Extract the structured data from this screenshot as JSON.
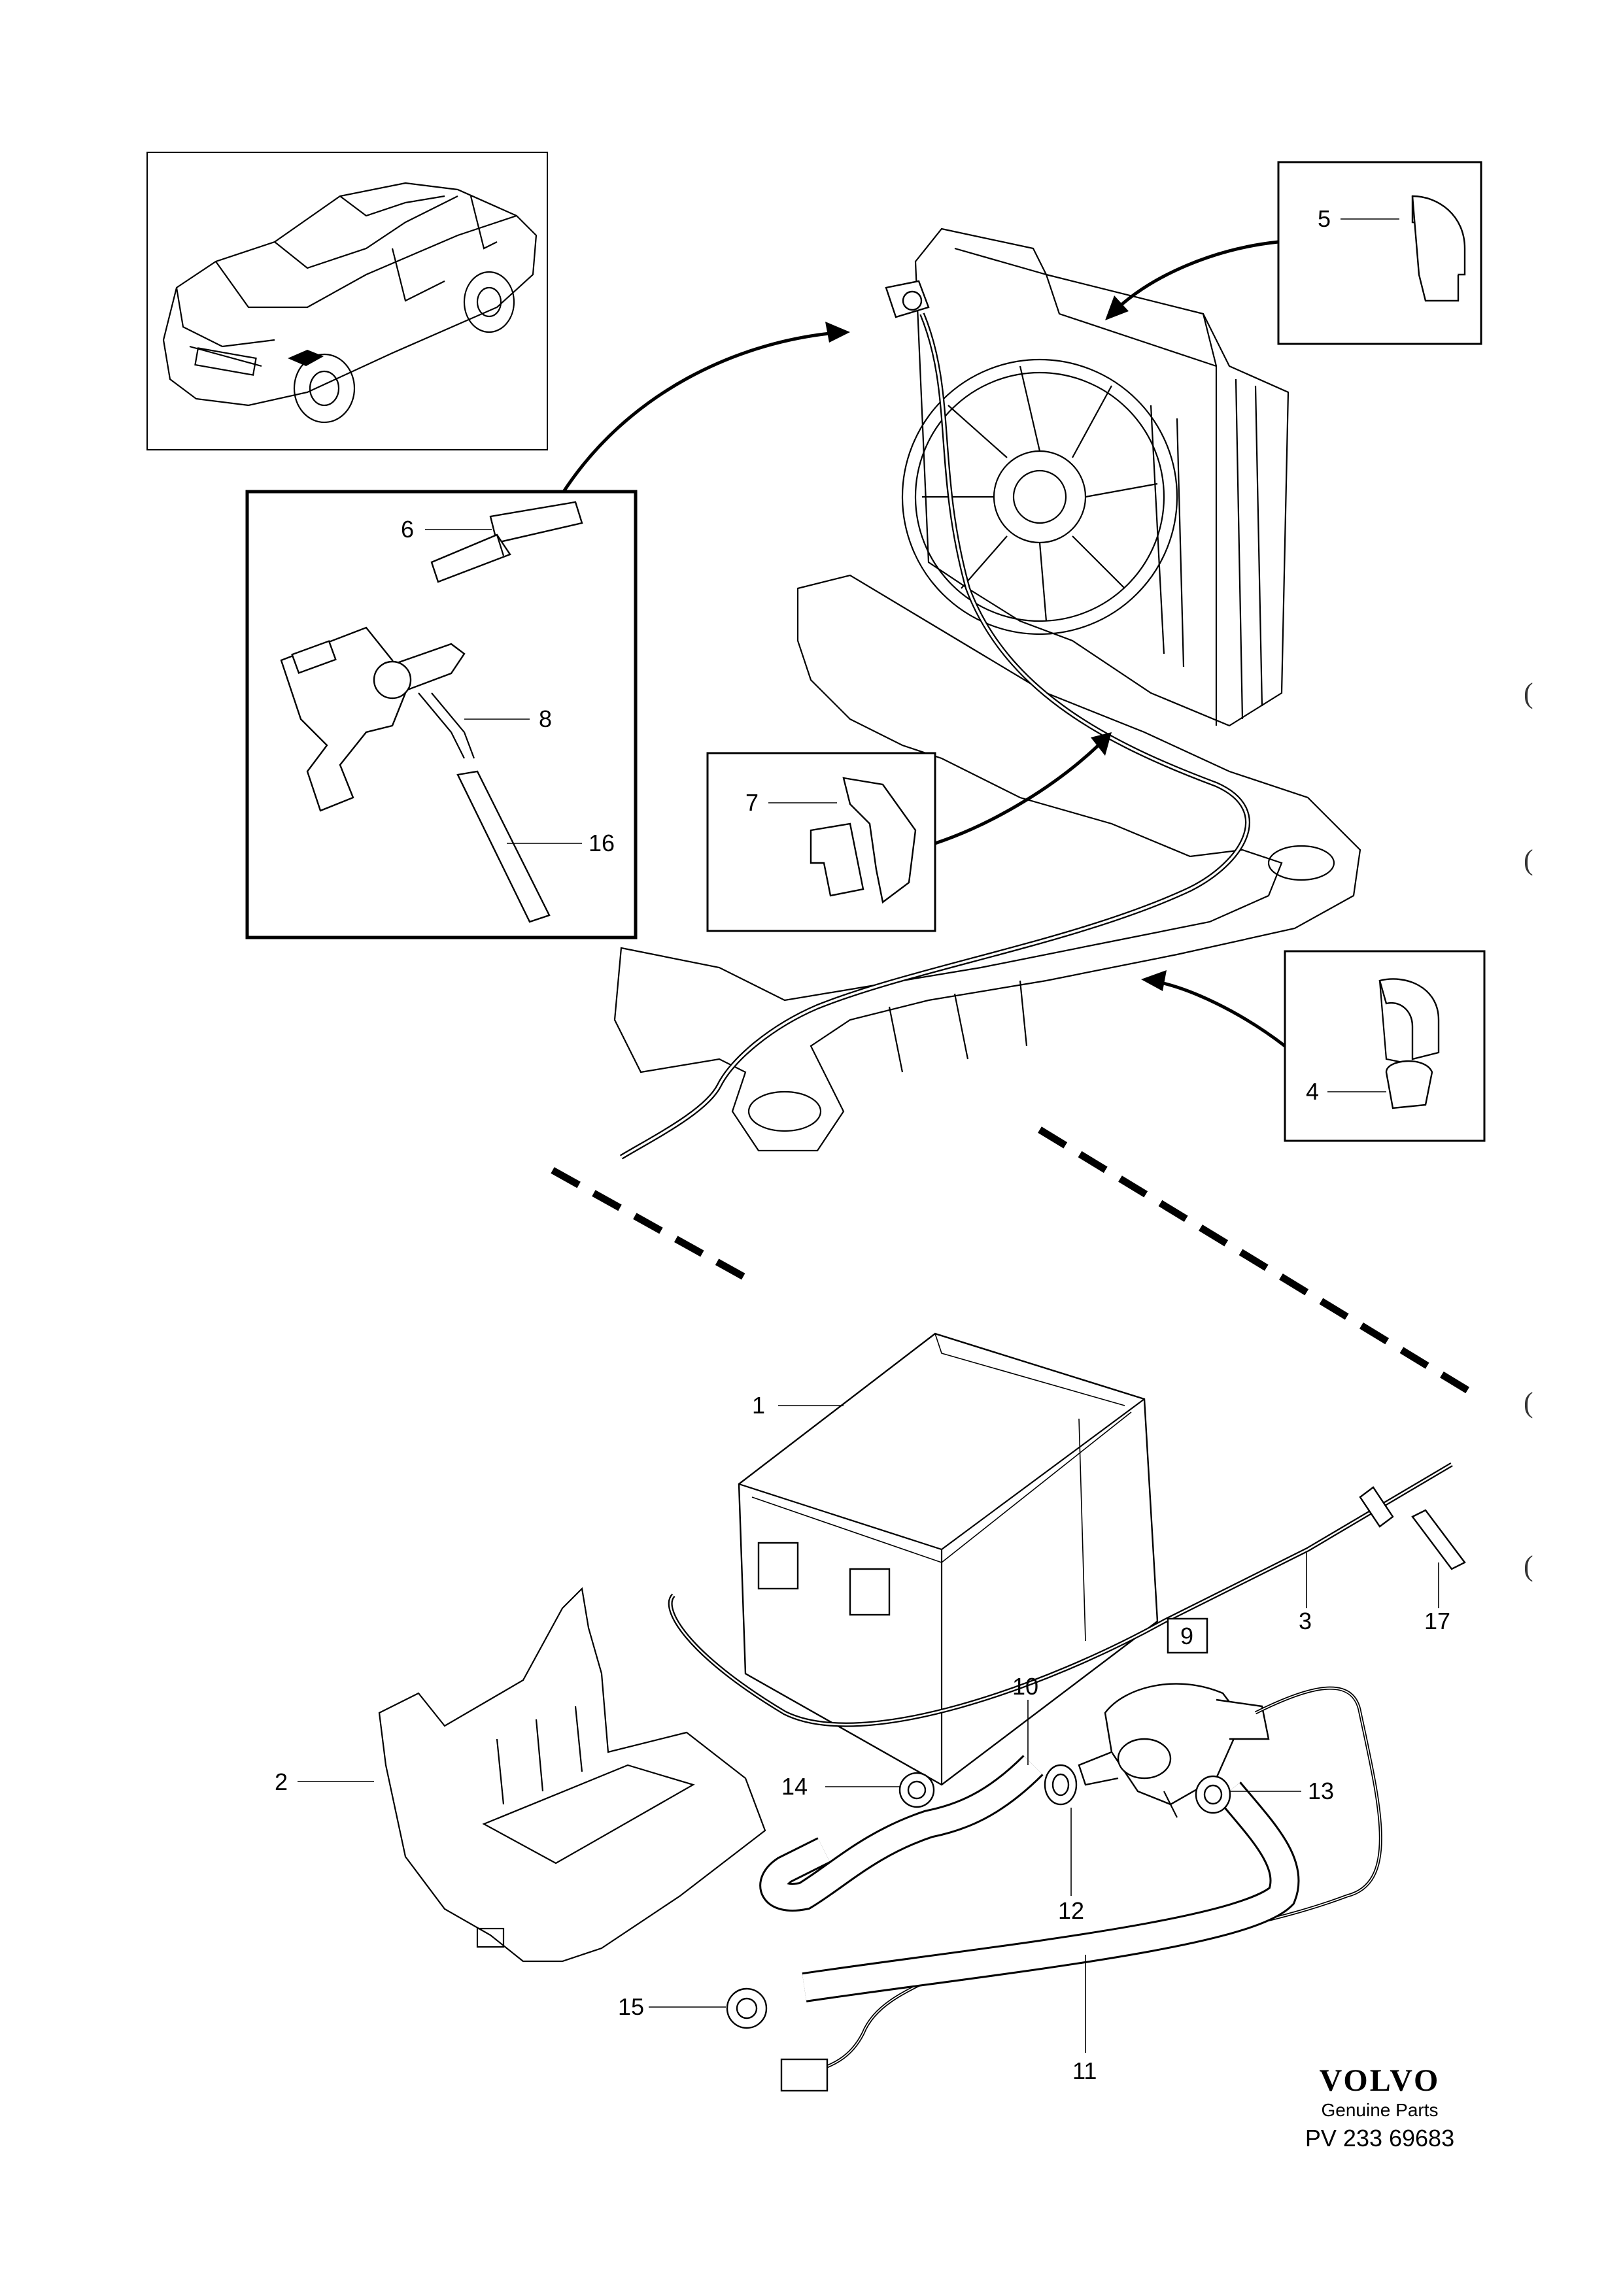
{
  "diagram": {
    "callouts": [
      {
        "id": "1",
        "text": "1"
      },
      {
        "id": "2",
        "text": "2"
      },
      {
        "id": "3",
        "text": "3"
      },
      {
        "id": "4",
        "text": "4"
      },
      {
        "id": "5",
        "text": "5"
      },
      {
        "id": "6",
        "text": "6"
      },
      {
        "id": "7",
        "text": "7"
      },
      {
        "id": "8",
        "text": "8"
      },
      {
        "id": "9",
        "text": "9"
      },
      {
        "id": "10",
        "text": "10"
      },
      {
        "id": "11",
        "text": "11"
      },
      {
        "id": "12",
        "text": "12"
      },
      {
        "id": "13",
        "text": "13"
      },
      {
        "id": "14",
        "text": "14"
      },
      {
        "id": "15",
        "text": "15"
      },
      {
        "id": "16",
        "text": "16"
      },
      {
        "id": "17",
        "text": "17"
      }
    ]
  },
  "brand": {
    "logo": "VOLVO",
    "subtitle": "Genuine Parts",
    "code": "PV 233 69683"
  },
  "margin_marks": [
    "(",
    "(",
    "(",
    "("
  ]
}
